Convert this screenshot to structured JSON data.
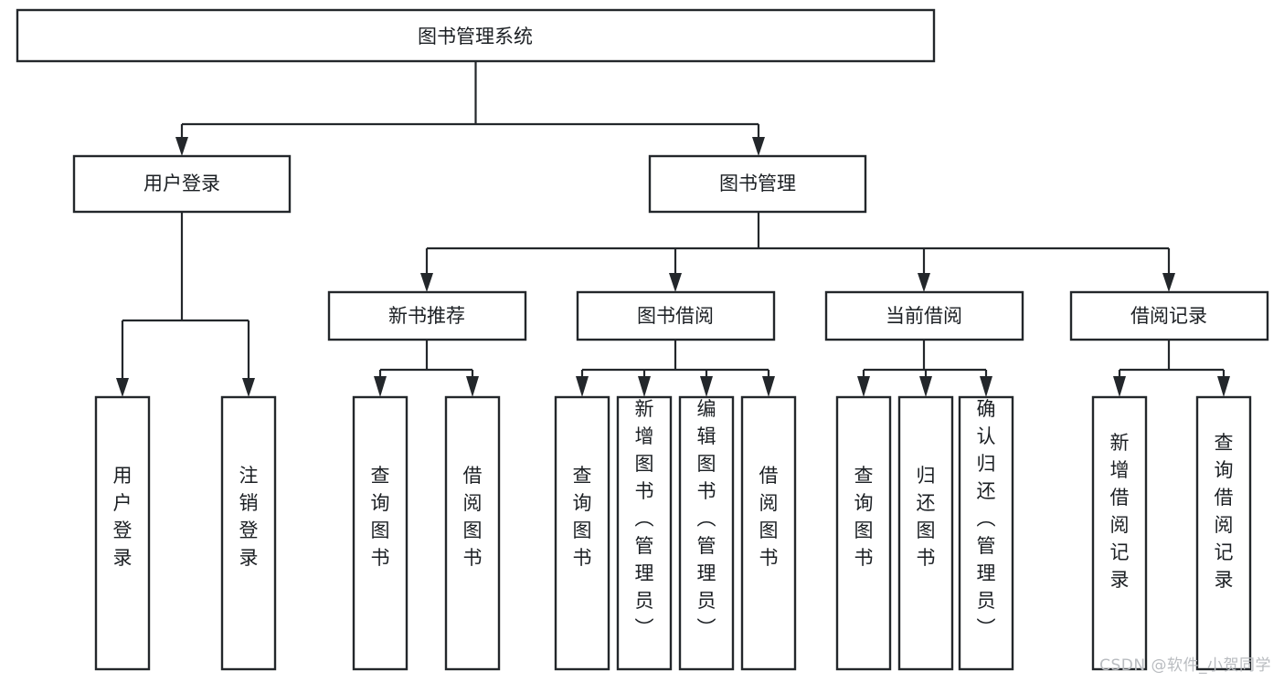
{
  "diagram": {
    "title": "图书管理系统",
    "type": "tree-hierarchy-chart",
    "watermark": "CSDN @软件_小贺同学",
    "nodes": {
      "root": {
        "label": "图书管理系统",
        "level": 1,
        "orientation": "horizontal"
      },
      "l2_user_login": {
        "label": "用户登录",
        "level": 2,
        "orientation": "horizontal"
      },
      "l2_book_manage": {
        "label": "图书管理",
        "level": 2,
        "orientation": "horizontal"
      },
      "l3_new_book_rec": {
        "label": "新书推荐",
        "level": 3,
        "orientation": "horizontal"
      },
      "l3_book_borrow": {
        "label": "图书借阅",
        "level": 3,
        "orientation": "horizontal"
      },
      "l3_current_borrow": {
        "label": "当前借阅",
        "level": 3,
        "orientation": "horizontal"
      },
      "l3_borrow_record": {
        "label": "借阅记录",
        "level": 3,
        "orientation": "horizontal"
      },
      "l4_user_login": {
        "label": "用户登录",
        "level": 4,
        "orientation": "vertical"
      },
      "l4_logout_login": {
        "label": "注销登录",
        "level": 4,
        "orientation": "vertical"
      },
      "l4_query_book_a": {
        "label": "查询图书",
        "level": 4,
        "orientation": "vertical"
      },
      "l4_borrow_book_a": {
        "label": "借阅图书",
        "level": 4,
        "orientation": "vertical"
      },
      "l4_query_book_b": {
        "label": "查询图书",
        "level": 4,
        "orientation": "vertical"
      },
      "l4_add_book": {
        "label": "新增图书（管理员）",
        "level": 4,
        "orientation": "vertical"
      },
      "l4_edit_book": {
        "label": "编辑图书（管理员）",
        "level": 4,
        "orientation": "vertical"
      },
      "l4_borrow_book_b": {
        "label": "借阅图书",
        "level": 4,
        "orientation": "vertical"
      },
      "l4_query_book_c": {
        "label": "查询图书",
        "level": 4,
        "orientation": "vertical"
      },
      "l4_return_book": {
        "label": "归还图书",
        "level": 4,
        "orientation": "vertical"
      },
      "l4_confirm_return": {
        "label": "确认归还（管理员）",
        "level": 4,
        "orientation": "vertical"
      },
      "l4_add_record": {
        "label": "新增借阅记录",
        "level": 4,
        "orientation": "vertical"
      },
      "l4_query_record": {
        "label": "查询借阅记录",
        "level": 4,
        "orientation": "vertical"
      }
    },
    "colors": {
      "box_stroke": "#23272b",
      "box_fill": "#ffffff",
      "text": "#1b1f23",
      "edge": "#23272b",
      "watermark": "#b9bcc0",
      "background": "#ffffff"
    }
  }
}
